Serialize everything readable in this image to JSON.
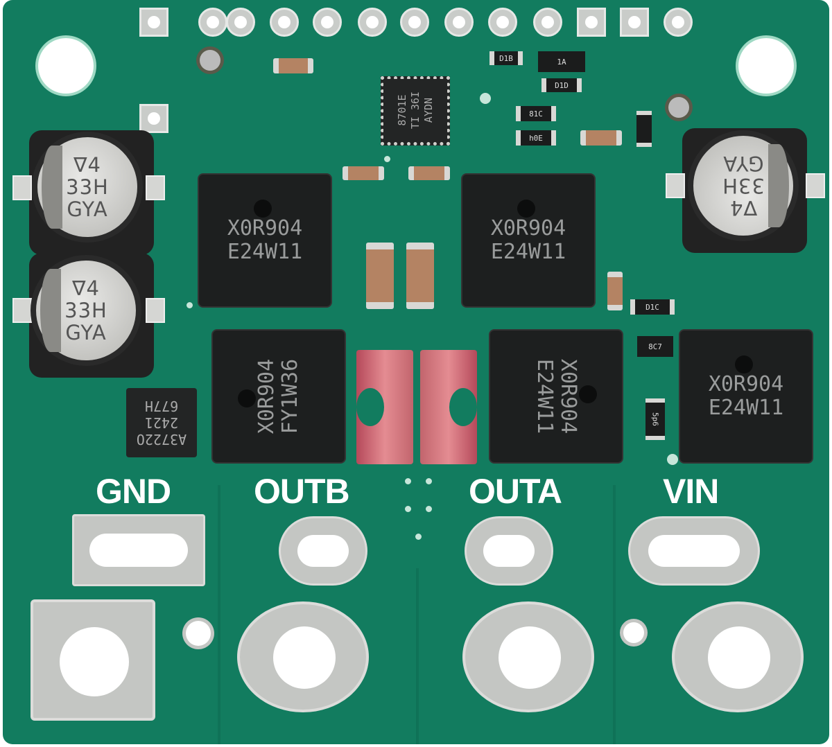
{
  "terminal_labels": {
    "gnd": "GND",
    "outb": "OUTB",
    "outa": "OUTA",
    "vin": "VIN"
  },
  "capacitor_marking": [
    "∇4",
    "33H",
    "GYA"
  ],
  "mosfets": [
    {
      "line1": "X0R904",
      "line2": "E24W11"
    },
    {
      "line1": "X0R904",
      "line2": "E24W11"
    },
    {
      "line1": "X0R904",
      "line2": "FY1W36"
    },
    {
      "line1": "X0R904",
      "line2": "E24W11"
    },
    {
      "line1": "X0R904",
      "line2": "E24W11"
    }
  ],
  "driver_ic": {
    "line1": "8701E",
    "line2": "TI 36I",
    "line3": "AYDN"
  },
  "current_sensor": {
    "line1": "A3722O",
    "line2": "2421",
    "line3": "677H"
  },
  "small_parts": [
    "D1B",
    "D1D",
    "81C",
    "h0E",
    "8C7",
    "D1C",
    "5p6",
    "1A"
  ]
}
